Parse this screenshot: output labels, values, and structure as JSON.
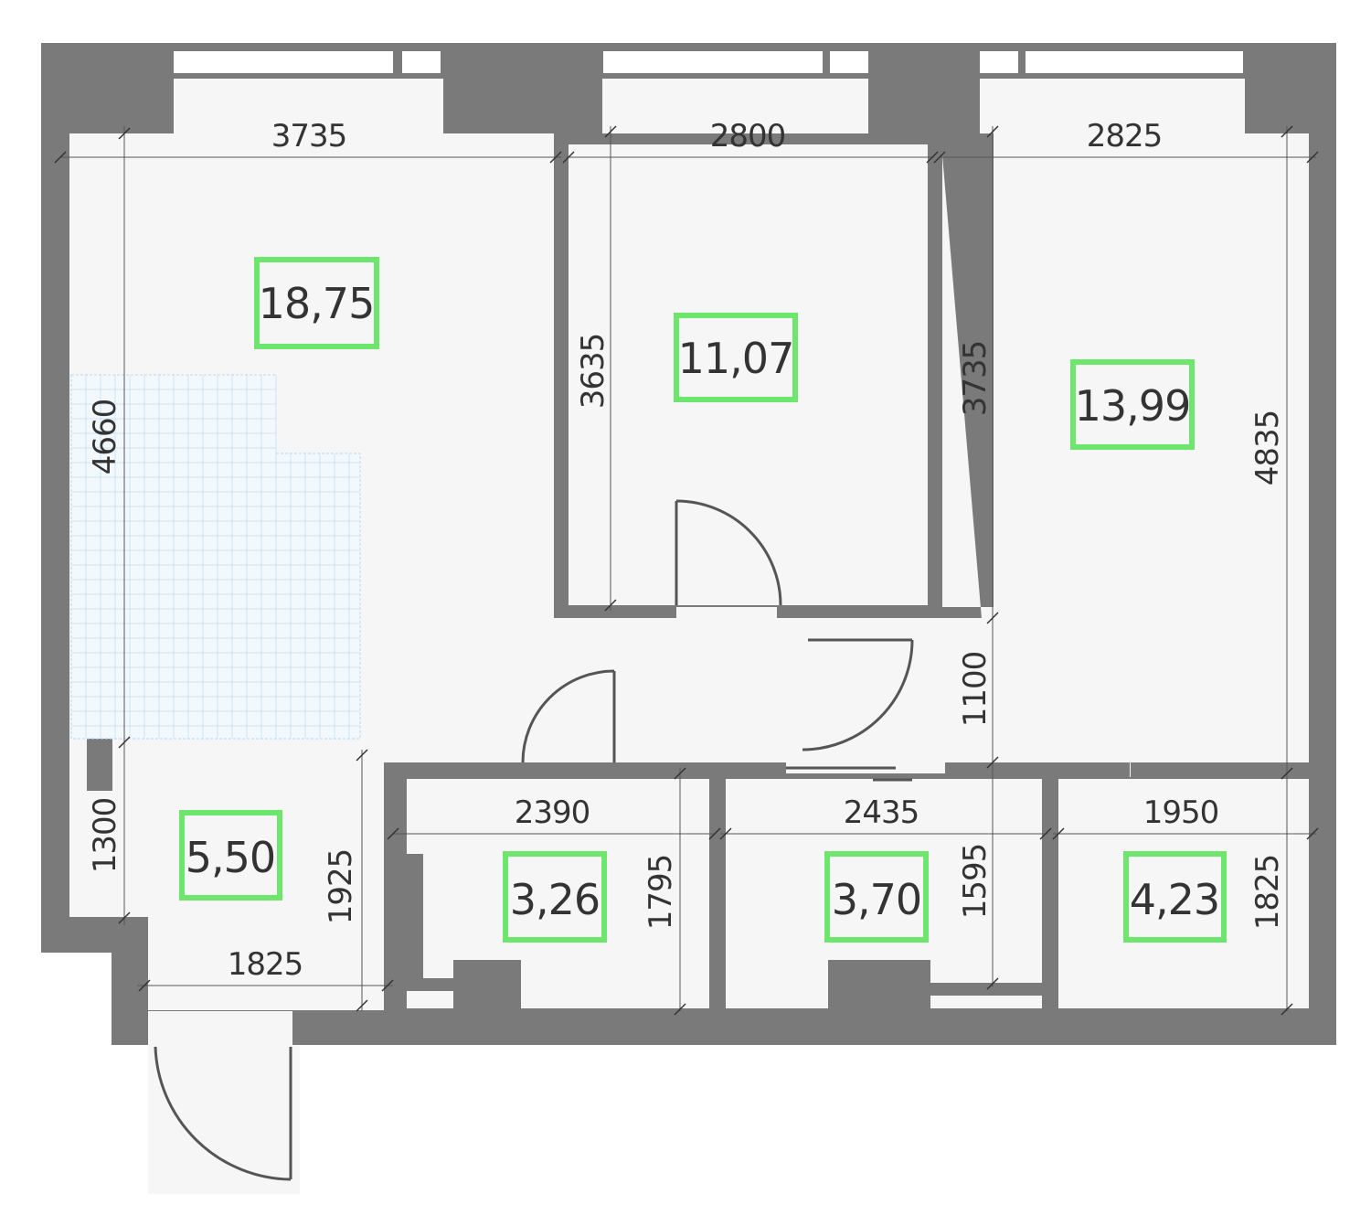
{
  "rooms": [
    {
      "area": "18,75"
    },
    {
      "area": "11,07"
    },
    {
      "area": "13,99"
    },
    {
      "area": "5,50"
    },
    {
      "area": "3,26"
    },
    {
      "area": "3,70"
    },
    {
      "area": "4,23"
    }
  ],
  "dimensions": {
    "top_left": "3735",
    "top_middle": "2800",
    "top_right": "2825",
    "left_height": "4660",
    "mid_height": "3635",
    "right_inner_height": "3735",
    "right_height": "4835",
    "corridor_height": "1100",
    "entry_height": "1300",
    "bath_height": "1925",
    "bath1_width": "2390",
    "bath1_height": "1795",
    "bath2_width": "2435",
    "bath2_height": "1595",
    "wardrobe_width": "1950",
    "wardrobe_height": "1825",
    "entry_width": "1825"
  }
}
